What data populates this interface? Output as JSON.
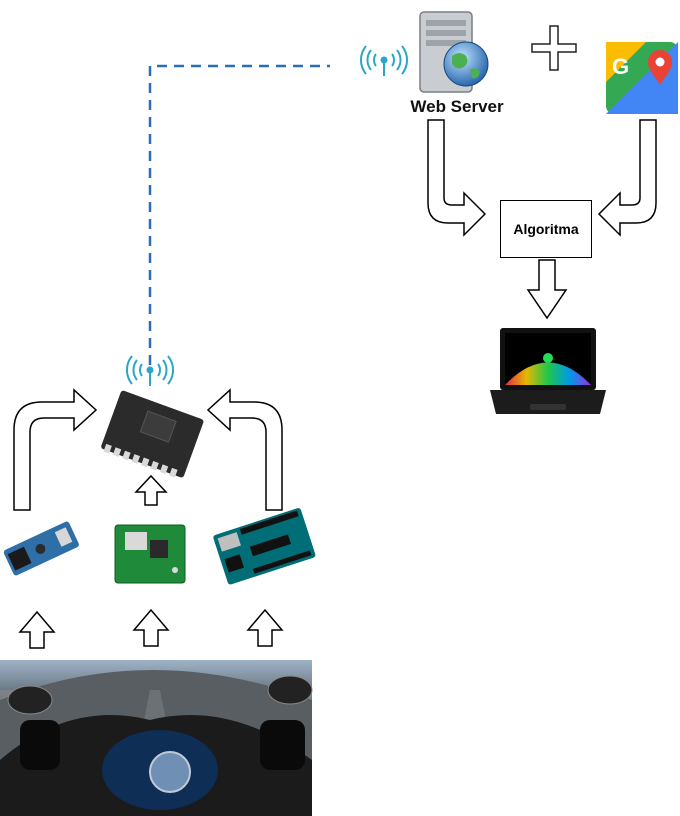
{
  "server": {
    "label": "Web Server"
  },
  "algorithm": {
    "label": "Algoritma"
  },
  "icons": {
    "wifi": "wifi-antenna-icon",
    "server": "web-server-icon",
    "plus": "plus-icon",
    "maps": "google-maps-icon",
    "laptop": "laptop-icon",
    "module": "wifi-module-board",
    "sensor": "speed-sensor-module",
    "compass": "compass-module",
    "arduino": "arduino-board",
    "photo": "motorcycle-handlebar-photo"
  },
  "colors": {
    "link": "#2a6fb6",
    "arrow_stroke": "#000000",
    "maps_blue": "#4285f4",
    "maps_red": "#ea4335",
    "maps_yellow": "#fbbc04",
    "maps_green": "#34a853"
  }
}
